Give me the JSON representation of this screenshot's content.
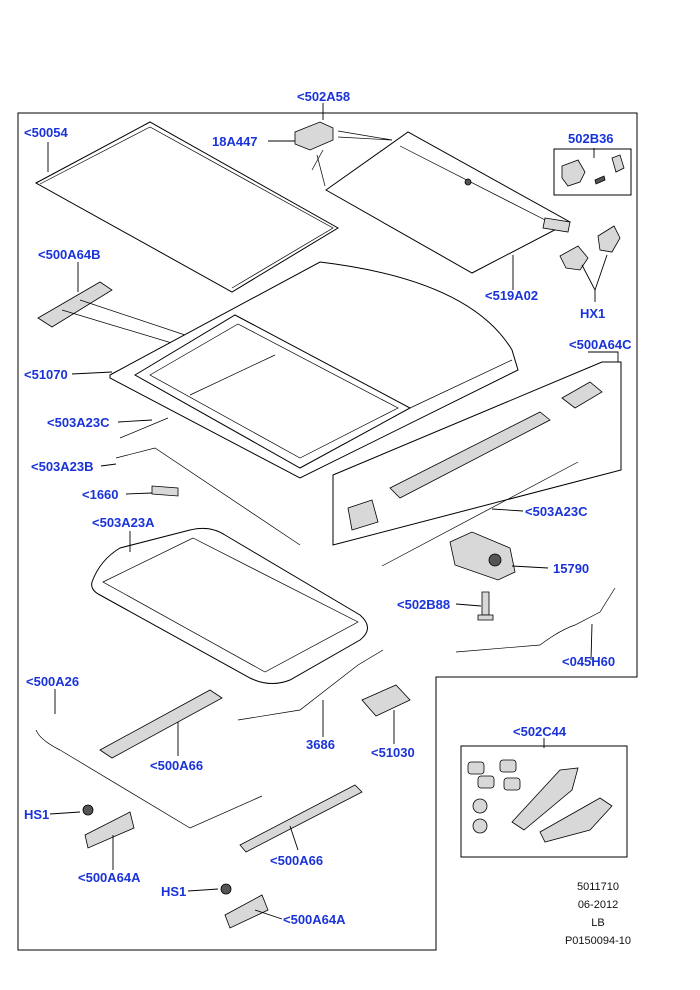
{
  "labels": {
    "top": "<502A58",
    "glass_panel": "<50054",
    "screw_18a447": "18A447",
    "module_502b36": "502B36",
    "bracket_500a64b": "<500A64B",
    "sunshade": "<519A02",
    "hx1": "HX1",
    "bracket_500a64c": "<500A64C",
    "frame_51070": "<51070",
    "seal_503a23c_left": "<503A23C",
    "seal_503a23b": "<503A23B",
    "pad_1660": "<1660",
    "seal_503a23c_right": "<503A23C",
    "seal_503a23a": "<503A23A",
    "motor_15790": "15790",
    "bolt_502b88": "<502B88",
    "drain_500a26": "<500A26",
    "cable_045h60": "<045H60",
    "rail_500a66_upper": "<500A66",
    "cable_3686": "3686",
    "clip_51030": "<51030",
    "kit_502c44": "<502C44",
    "hs1_upper": "HS1",
    "bracket_500a64a_upper": "<500A64A",
    "rail_500a66_lower": "<500A66",
    "hs1_lower": "HS1",
    "bracket_500a64a_lower": "<500A64A"
  },
  "meta": {
    "line1": "5011710",
    "line2": "06-2012",
    "line3": "LB",
    "line4": "P0150094-10"
  },
  "colors": {
    "callout": "#1a33d9",
    "line": "#000000",
    "shade": "#d8d8d8"
  }
}
